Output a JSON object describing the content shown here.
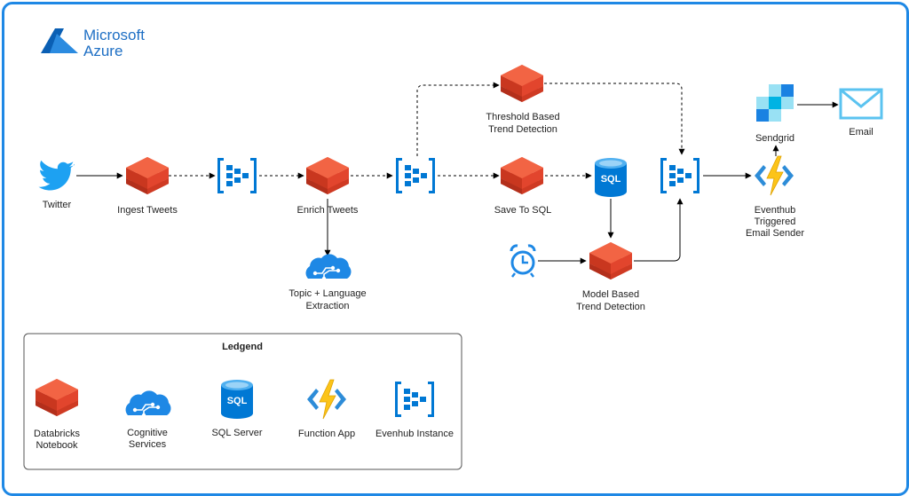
{
  "brand": {
    "line1": "Microsoft",
    "line2": "Azure"
  },
  "nodes": {
    "twitter": "Twitter",
    "ingest": "Ingest Tweets",
    "enrich": "Enrich Tweets",
    "topic_1": "Topic + Language",
    "topic_2": "Extraction",
    "threshold_1": "Threshold Based",
    "threshold_2": "Trend Detection",
    "save_sql": "Save To SQL",
    "model_1": "Model Based",
    "model_2": "Trend Detection",
    "sendgrid": "Sendgrid",
    "email": "Email",
    "sender_1": "Eventhub",
    "sender_2": "Triggered",
    "sender_3": "Email Sender"
  },
  "legend": {
    "title": "Ledgend",
    "databricks_1": "Databricks",
    "databricks_2": "Notebook",
    "cognitive_1": "Cognitive",
    "cognitive_2": "Services",
    "sql": "SQL Server",
    "function": "Function App",
    "eventhub": "Evenhub Instance"
  },
  "icons": {
    "sql_text": "SQL"
  },
  "colors": {
    "frame": "#1e88e5",
    "azure_blue": "#0078d4",
    "databricks_red": "#e8412c",
    "function_yellow": "#fcc419",
    "sendgrid_blue": "#1a82e2"
  }
}
